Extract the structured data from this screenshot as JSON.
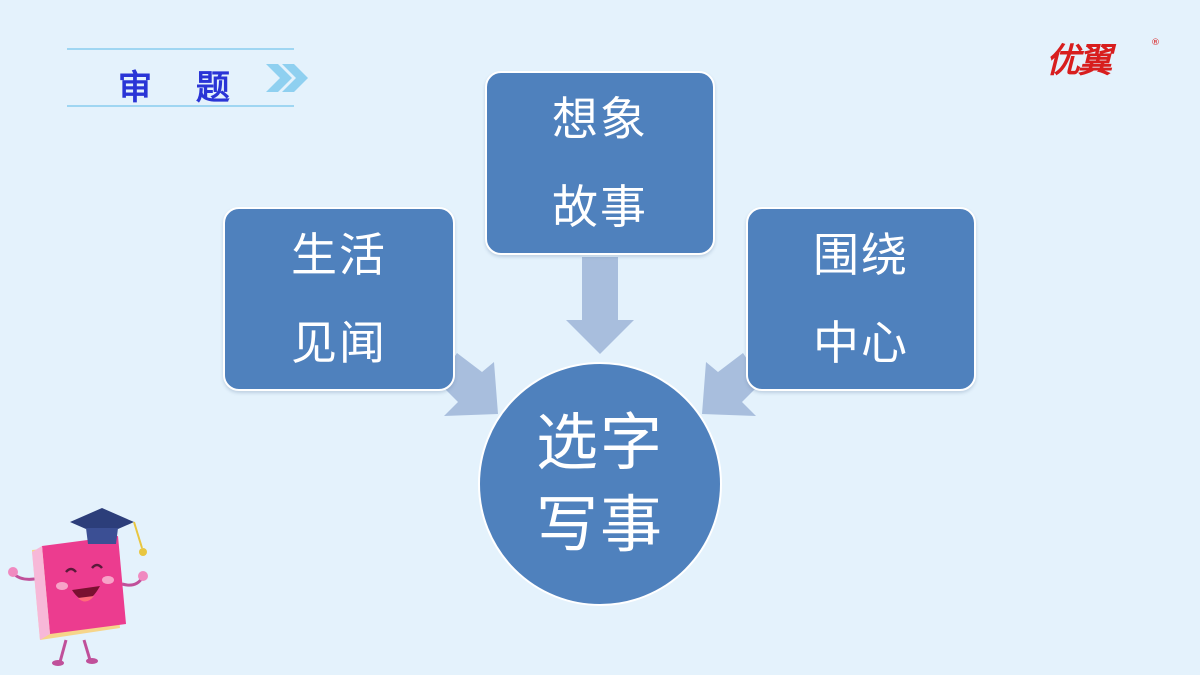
{
  "header": {
    "title": "审 题"
  },
  "logo": {
    "text": "优翼",
    "reg": "®"
  },
  "diagram": {
    "nodes": {
      "left": [
        "生活",
        "见闻"
      ],
      "top": [
        "想象",
        "故事"
      ],
      "right": [
        "围绕",
        "中心"
      ],
      "center": [
        "选字",
        "写事"
      ]
    }
  },
  "colors": {
    "background": "#e4f2fc",
    "node_fill": "#4f81bd",
    "arrow": "#a8bedd",
    "title": "#2a35d6",
    "logo": "#d81e1e"
  },
  "icons": [
    "double-chevron-icon",
    "book-mascot-icon",
    "logo-icon"
  ]
}
